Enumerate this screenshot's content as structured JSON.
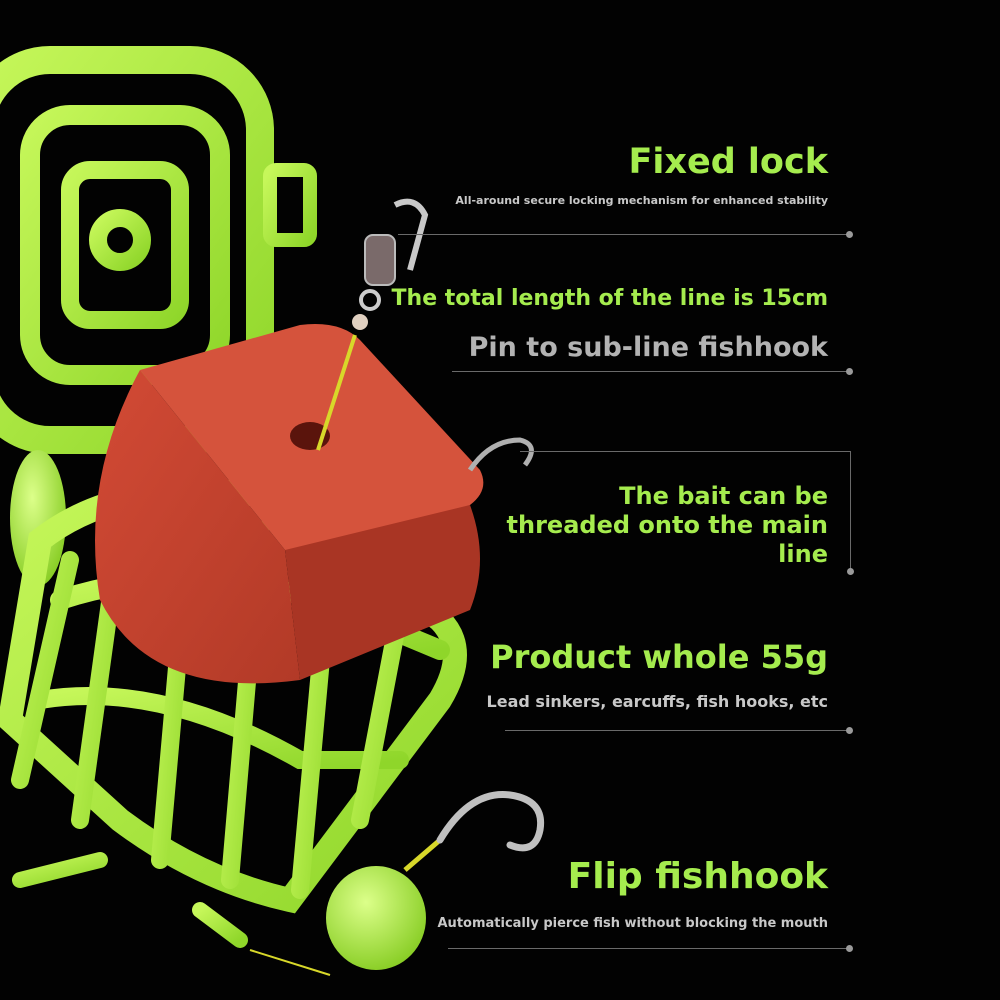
{
  "features": {
    "fixed_lock": {
      "title": "Fixed lock",
      "desc": "All-around secure locking mechanism for enhanced stability"
    },
    "line": {
      "title": "The total length of the line is 15cm",
      "subtitle": "Pin to sub-line fishhook"
    },
    "bait": {
      "title": "The bait can be threaded onto the main line"
    },
    "weight": {
      "title": "Product whole 55g",
      "desc": "Lead sinkers, earcuffs, fish hooks, etc"
    },
    "hook": {
      "title": "Flip fishhook",
      "desc": "Automatically pierce fish without blocking the mouth"
    }
  },
  "colors": {
    "background": "#020202",
    "accent_green": "#a5ec4e",
    "bait_red": "#c8412e",
    "text_gray": "#b3b3b3"
  }
}
